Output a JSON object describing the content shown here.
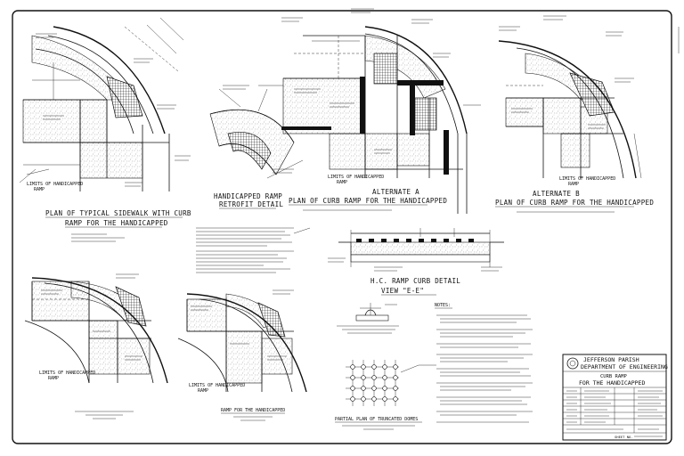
{
  "titles": {
    "typical_1": "PLAN OF TYPICAL SIDEWALK WITH CURB",
    "typical_2": "RAMP FOR THE HANDICAPPED",
    "retrofit_1": "HANDICAPPED RAMP",
    "retrofit_2": "RETROFIT DETAIL",
    "alt_a_1": "ALTERNATE A",
    "alt_a_2": "PLAN OF CURB RAMP FOR THE HANDICAPPED",
    "alt_b_1": "ALTERNATE B",
    "alt_b_2": "PLAN OF CURB RAMP FOR THE HANDICAPPED",
    "hc_detail_1": "H.C. RAMP CURB DETAIL",
    "hc_detail_2": "VIEW \"E-E\"",
    "partial_plan": "PARTIAL PLAN OF TRUNCATED DOMES",
    "notes_heading": "NOTES:"
  },
  "labels": {
    "limits_1": "LIMITS OF HANDICAPPED",
    "limits_2": "LIMITS OF HANDICAPPED",
    "limits_3": "LIMITS OF HANDICAPPED",
    "limits_4": "LIMITS OF HANDICAPPED",
    "limits_5": "LIMITS OF HANDICAPPED",
    "ramp_word": "RAMP",
    "lower_ramp": "RAMP FOR THE HANDICAPPED"
  },
  "title_block": {
    "agency_1": "JEFFERSON PARISH",
    "agency_2": "DEPARTMENT OF ENGINEERING",
    "subtitle": "CURB RAMP",
    "drawing_title": "FOR THE HANDICAPPED",
    "sheet_label": "SHEET NO."
  }
}
